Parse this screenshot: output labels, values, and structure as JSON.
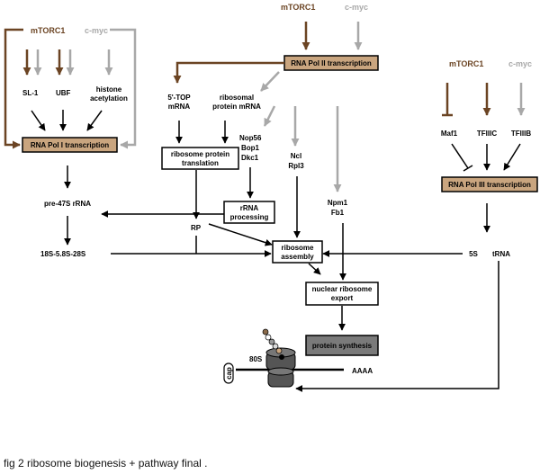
{
  "colors": {
    "mtorc": "#6b4423",
    "myc": "#a8a8a8",
    "box_fill": "#c9a57f",
    "protein_box": "#7a7a7a",
    "ribosome": "#555555"
  },
  "left": {
    "mtorc": "mTORC1",
    "myc": "c-myc",
    "sl1": "SL-1",
    "ubf": "UBF",
    "histone_1": "histone",
    "histone_2": "acetylation",
    "pol1": "RNA Pol I transcription",
    "pre47s": "pre-47S rRNA",
    "rrna18": "18S-5.8S-28S"
  },
  "center": {
    "mtorc": "mTORC1",
    "myc": "c-myc",
    "pol2": "RNA Pol II transcription",
    "top_1": "5'-TOP",
    "top_2": "mRNA",
    "ribo_mrna_1": "ribosomal",
    "ribo_mrna_2": "protein mRNA",
    "rpt_1": "ribosome protein",
    "rpt_2": "translation",
    "nop56": "Nop56",
    "bop1": "Bop1",
    "dkc1": "Dkc1",
    "ncl": "Ncl",
    "rpl3": "Rpl3",
    "npm1": "Npm1",
    "fb1": "Fb1",
    "rp": "RP",
    "rrna_proc_1": "rRNA",
    "rrna_proc_2": "processing",
    "assembly_1": "ribosome",
    "assembly_2": "assembly",
    "export_1": "nuclear ribosome",
    "export_2": "export",
    "protein": "protein synthesis",
    "s80": "80S",
    "cap": "cap",
    "aaaa": "AAAA"
  },
  "right": {
    "mtorc": "mTORC1",
    "myc": "c-myc",
    "maf1": "Maf1",
    "tf3c": "TFIIIC",
    "tf3b": "TFIIIB",
    "pol3": "RNA Pol III transcription",
    "s5": "5S",
    "trna": "tRNA"
  },
  "caption": "fig 2 ribosome biogenesis + pathway final ."
}
